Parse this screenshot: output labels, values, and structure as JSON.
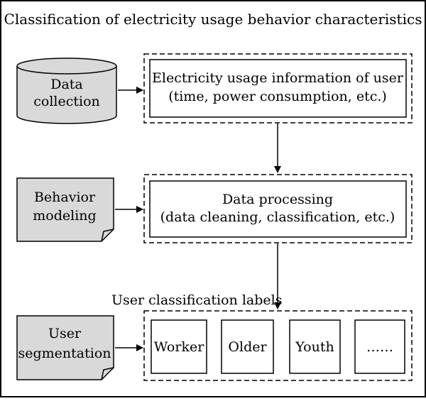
{
  "diagram": {
    "title": "Classification of electricity usage behavior characteristics",
    "stages": [
      {
        "label_line1": "Data",
        "label_line2": "collection"
      },
      {
        "label_line1": "Behavior",
        "label_line2": "modeling"
      },
      {
        "label_line1": "User",
        "label_line2": "segmentation"
      }
    ],
    "info_box": {
      "line1": "Electricity usage information of user",
      "line2": "(time, power consumption, etc.)"
    },
    "processing_box": {
      "line1": "Data processing",
      "line2": "(data cleaning, classification, etc.)"
    },
    "labels_heading": "User classification labels",
    "labels": [
      "Worker",
      "Older",
      "Youth",
      "……"
    ]
  }
}
